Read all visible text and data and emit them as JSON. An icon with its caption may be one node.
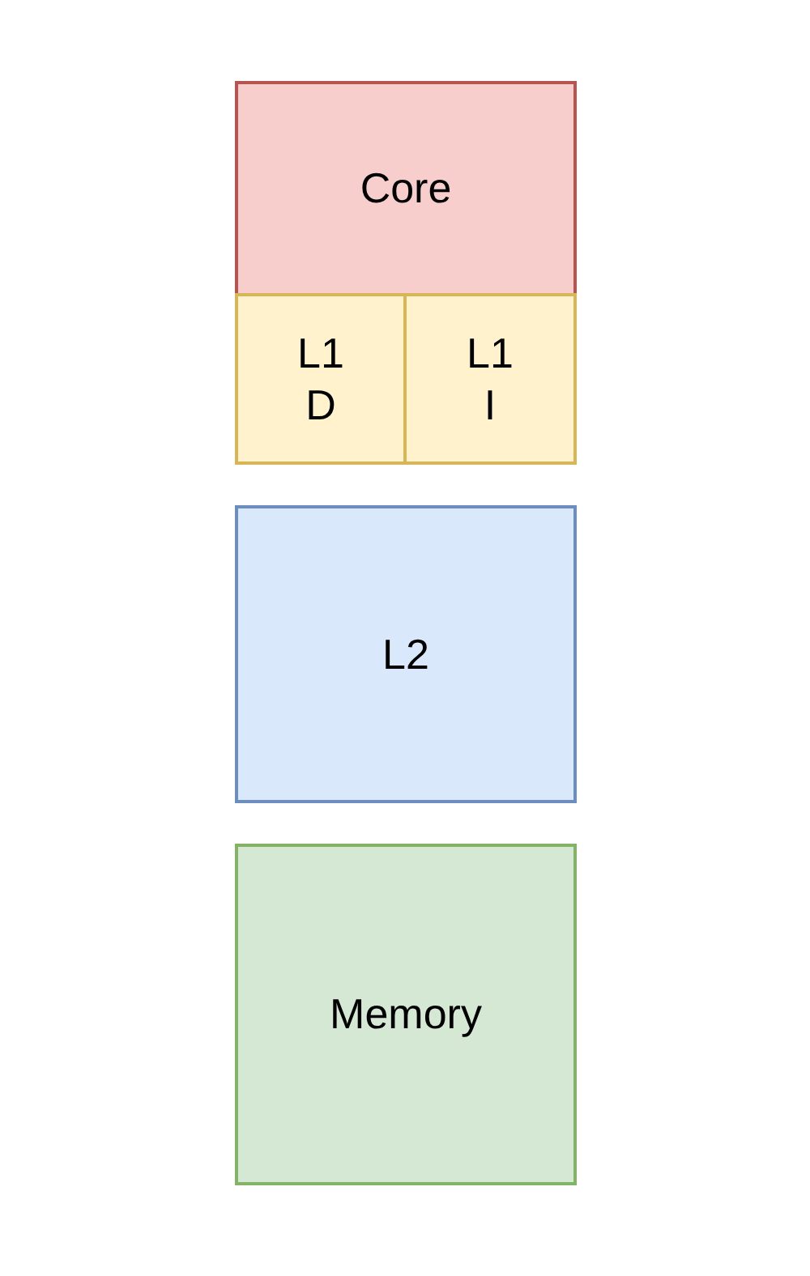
{
  "diagram": {
    "nodes": [
      {
        "text": [
          "Core"
        ]
      },
      {
        "text": [
          "L1 D"
        ]
      },
      {
        "text": [
          "L1 I"
        ]
      },
      {
        "text": [
          "L2"
        ]
      },
      {
        "text": [
          "Memory"
        ]
      }
    ]
  }
}
